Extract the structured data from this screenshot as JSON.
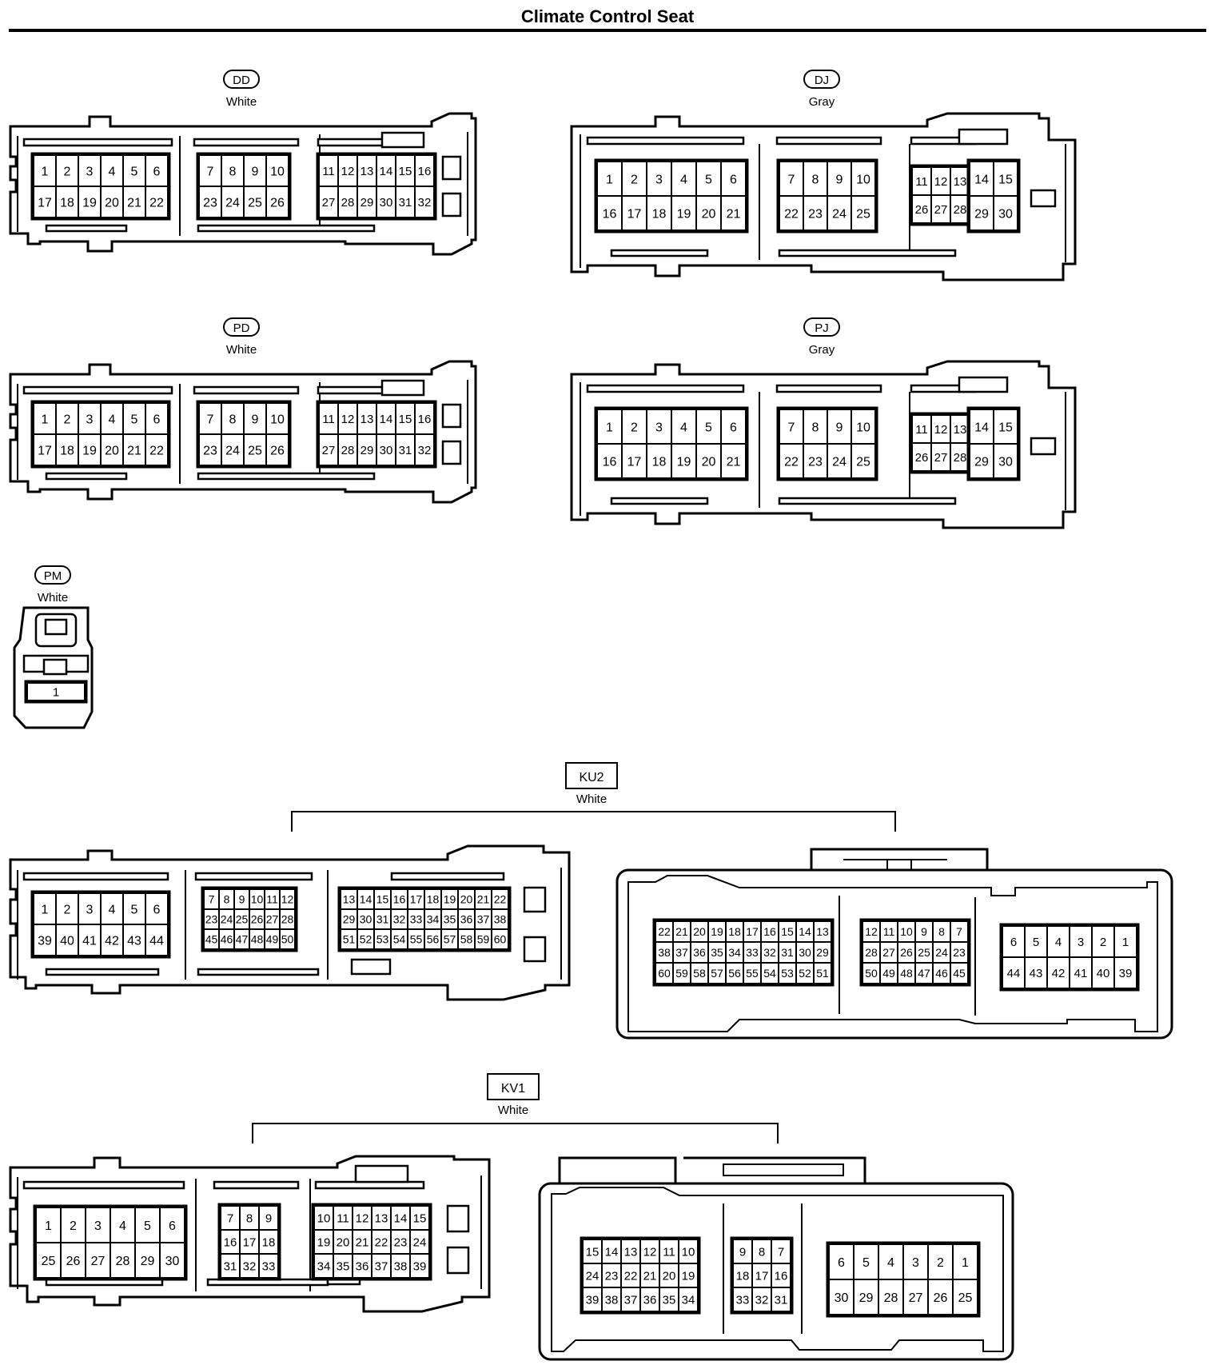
{
  "title": "Climate Control Seat",
  "connectors": [
    {
      "id": "DD",
      "color": "White",
      "label_shape": "oval"
    },
    {
      "id": "DJ",
      "color": "Gray",
      "label_shape": "oval"
    },
    {
      "id": "PD",
      "color": "White",
      "label_shape": "oval"
    },
    {
      "id": "PJ",
      "color": "Gray",
      "label_shape": "oval"
    },
    {
      "id": "PM",
      "color": "White",
      "label_shape": "oval"
    },
    {
      "id": "KU2",
      "color": "White",
      "label_shape": "box"
    },
    {
      "id": "KV1",
      "color": "White",
      "label_shape": "box"
    }
  ],
  "pin_layouts": {
    "d32": [
      [
        [
          "1",
          "2",
          "3",
          "4",
          "5",
          "6"
        ],
        [
          "17",
          "18",
          "19",
          "20",
          "21",
          "22"
        ]
      ],
      [
        [
          "7",
          "8",
          "9",
          "10"
        ],
        [
          "23",
          "24",
          "25",
          "26"
        ]
      ],
      [
        [
          "11",
          "12",
          "13",
          "14",
          "15",
          "16"
        ],
        [
          "27",
          "28",
          "29",
          "30",
          "31",
          "32"
        ]
      ]
    ],
    "j30": [
      [
        [
          "1",
          "2",
          "3",
          "4",
          "5",
          "6"
        ],
        [
          "16",
          "17",
          "18",
          "19",
          "20",
          "21"
        ]
      ],
      [
        [
          "7",
          "8",
          "9",
          "10"
        ],
        [
          "22",
          "23",
          "24",
          "25"
        ]
      ],
      [
        [
          "11",
          "12",
          "13"
        ],
        [
          "26",
          "27",
          "28"
        ]
      ],
      [
        [
          "14",
          "15"
        ],
        [
          "29",
          "30"
        ]
      ]
    ],
    "pm": [
      [
        [
          "1"
        ]
      ]
    ],
    "ku2_left": [
      [
        [
          "1",
          "2",
          "3",
          "4",
          "5",
          "6"
        ],
        [
          "39",
          "40",
          "41",
          "42",
          "43",
          "44"
        ]
      ],
      [
        [
          "7",
          "8",
          "9",
          "10",
          "11",
          "12"
        ],
        [
          "23",
          "24",
          "25",
          "26",
          "27",
          "28"
        ],
        [
          "45",
          "46",
          "47",
          "48",
          "49",
          "50"
        ]
      ],
      [
        [
          "13",
          "14",
          "15",
          "16",
          "17",
          "18",
          "19",
          "20",
          "21",
          "22"
        ],
        [
          "29",
          "30",
          "31",
          "32",
          "33",
          "34",
          "35",
          "36",
          "37",
          "38"
        ],
        [
          "51",
          "52",
          "53",
          "54",
          "55",
          "56",
          "57",
          "58",
          "59",
          "60"
        ]
      ]
    ],
    "ku2_right": [
      [
        [
          "22",
          "21",
          "20",
          "19",
          "18",
          "17",
          "16",
          "15",
          "14",
          "13"
        ],
        [
          "38",
          "37",
          "36",
          "35",
          "34",
          "33",
          "32",
          "31",
          "30",
          "29"
        ],
        [
          "60",
          "59",
          "58",
          "57",
          "56",
          "55",
          "54",
          "53",
          "52",
          "51"
        ]
      ],
      [
        [
          "12",
          "11",
          "10",
          "9",
          "8",
          "7"
        ],
        [
          "28",
          "27",
          "26",
          "25",
          "24",
          "23"
        ],
        [
          "50",
          "49",
          "48",
          "47",
          "46",
          "45"
        ]
      ],
      [
        [
          "6",
          "5",
          "4",
          "3",
          "2",
          "1"
        ],
        [
          "44",
          "43",
          "42",
          "41",
          "40",
          "39"
        ]
      ]
    ],
    "kv1_left": [
      [
        [
          "1",
          "2",
          "3",
          "4",
          "5",
          "6"
        ],
        [
          "25",
          "26",
          "27",
          "28",
          "29",
          "30"
        ]
      ],
      [
        [
          "7",
          "8",
          "9"
        ],
        [
          "16",
          "17",
          "18"
        ],
        [
          "31",
          "32",
          "33"
        ]
      ],
      [
        [
          "10",
          "11",
          "12",
          "13",
          "14",
          "15"
        ],
        [
          "19",
          "20",
          "21",
          "22",
          "23",
          "24"
        ],
        [
          "34",
          "35",
          "36",
          "37",
          "38",
          "39"
        ]
      ]
    ],
    "kv1_right": [
      [
        [
          "15",
          "14",
          "13",
          "12",
          "11",
          "10"
        ],
        [
          "24",
          "23",
          "22",
          "21",
          "20",
          "19"
        ],
        [
          "39",
          "38",
          "37",
          "36",
          "35",
          "34"
        ]
      ],
      [
        [
          "9",
          "8",
          "7"
        ],
        [
          "18",
          "17",
          "16"
        ],
        [
          "33",
          "32",
          "31"
        ]
      ],
      [
        [
          "6",
          "5",
          "4",
          "3",
          "2",
          "1"
        ],
        [
          "30",
          "29",
          "28",
          "27",
          "26",
          "25"
        ]
      ]
    ]
  }
}
